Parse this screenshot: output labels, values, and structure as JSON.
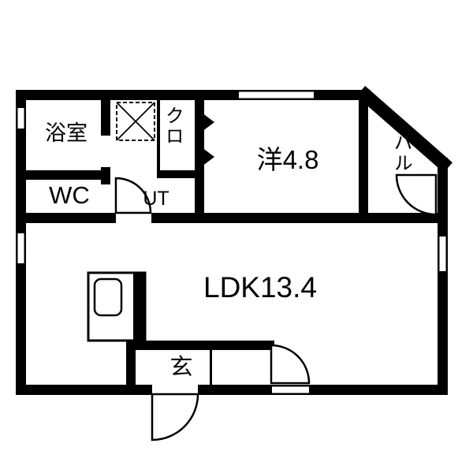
{
  "rooms": {
    "bathroom": {
      "label": "浴室"
    },
    "wc": {
      "label": "WC"
    },
    "utility": {
      "label": "UT"
    },
    "closet": {
      "label": "クロ"
    },
    "western_room": {
      "label": "洋4.8"
    },
    "balcony": {
      "label": "バル"
    },
    "ldk": {
      "label": "LDK13.4"
    },
    "entrance": {
      "label": "玄"
    }
  },
  "colors": {
    "wall": "#000000",
    "background": "#ffffff"
  }
}
